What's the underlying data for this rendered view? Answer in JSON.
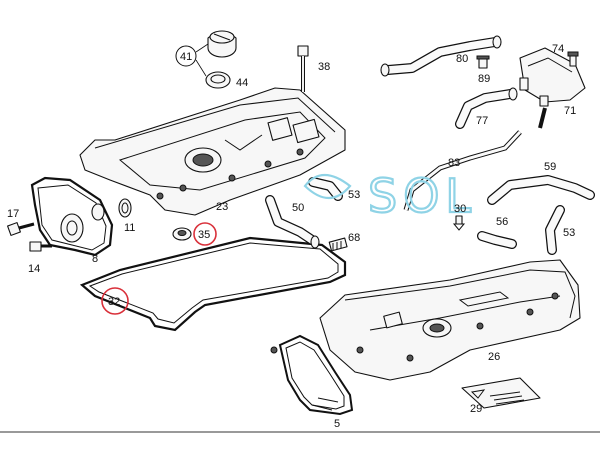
{
  "watermark": {
    "text": "SOL",
    "color": "#8fd3e6"
  },
  "highlight_color": "#d9303a",
  "callouts": [
    {
      "id": "41",
      "text": "41",
      "circled": true
    },
    {
      "id": "44",
      "text": "44"
    },
    {
      "id": "38",
      "text": "38"
    },
    {
      "id": "23",
      "text": "23"
    },
    {
      "id": "11",
      "text": "11"
    },
    {
      "id": "17",
      "text": "17"
    },
    {
      "id": "14",
      "text": "14"
    },
    {
      "id": "8",
      "text": "8"
    },
    {
      "id": "35",
      "text": "35",
      "highlighted": true
    },
    {
      "id": "32",
      "text": "32",
      "highlighted": true
    },
    {
      "id": "50",
      "text": "50"
    },
    {
      "id": "53a",
      "text": "53"
    },
    {
      "id": "68",
      "text": "68"
    },
    {
      "id": "80",
      "text": "80"
    },
    {
      "id": "74",
      "text": "74"
    },
    {
      "id": "89",
      "text": "89"
    },
    {
      "id": "77",
      "text": "77"
    },
    {
      "id": "71",
      "text": "71"
    },
    {
      "id": "83",
      "text": "83"
    },
    {
      "id": "59",
      "text": "59"
    },
    {
      "id": "30",
      "text": "30"
    },
    {
      "id": "56",
      "text": "56"
    },
    {
      "id": "53b",
      "text": "53"
    },
    {
      "id": "26",
      "text": "26"
    },
    {
      "id": "29",
      "text": "29"
    },
    {
      "id": "5",
      "text": "5"
    }
  ]
}
